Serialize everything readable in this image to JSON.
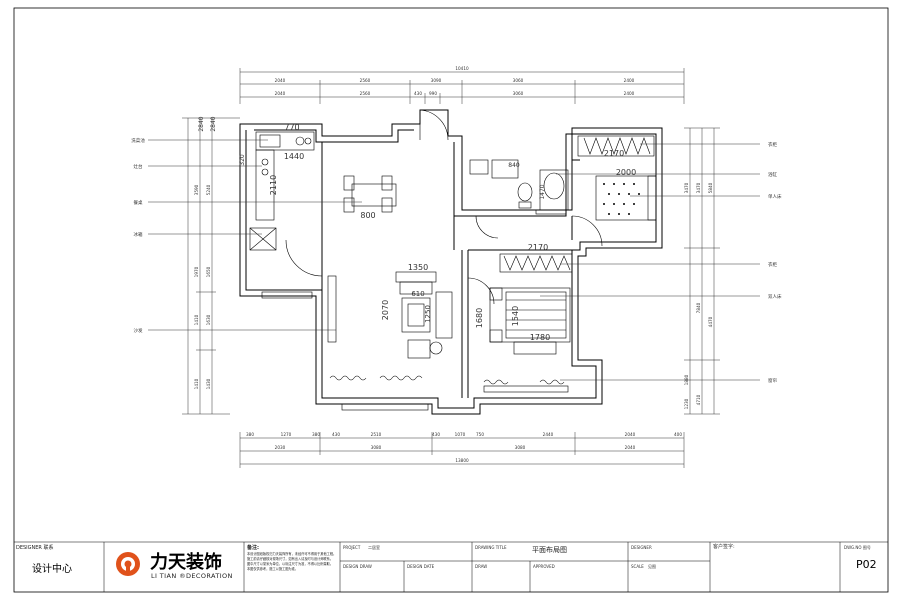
{
  "plan": {
    "dims_top_outer": [
      "10410"
    ],
    "dims_top_row1": [
      "2040",
      "2560",
      "3090",
      "3060",
      "2400"
    ],
    "dims_top_row2": [
      "2040",
      "2560",
      "430",
      "990",
      "3060",
      "2400"
    ],
    "dims_bottom_row1": [
      "380",
      "1270",
      "380",
      "430",
      "2510",
      "430",
      "1070",
      "750",
      "2440",
      "2040",
      "400"
    ],
    "dims_bottom_row2": [
      "2030",
      "3080",
      "3080",
      "2040"
    ],
    "dims_bottom_outer": [
      "13800"
    ],
    "dims_left_top": [
      "2840",
      "2840"
    ],
    "dims_left_col1": [
      "3590",
      "1970",
      "1410",
      "1410"
    ],
    "dims_left_col2": [
      "5240",
      "1650",
      "1630",
      "1430"
    ],
    "dims_right": [
      "3470",
      "3470",
      "5840",
      "7840",
      "4470",
      "1880",
      "1230",
      "4710"
    ],
    "room_dims": {
      "kitchen_w": "770",
      "kitchen_counter": "1440",
      "kitchen_h": "2110",
      "kitchen_small": "320",
      "dining_w": "800",
      "bath_w": "840",
      "bath_h": "1470",
      "wardrobe_top": "2170",
      "bed2_w": "2000",
      "wardrobe_mid": "2170",
      "tv_w": "1350",
      "sofa_w": "610",
      "living_h": "2070",
      "table_h": "1250",
      "bed1_h": "1680",
      "bed1_w": "1540",
      "bed1_foot": "1780"
    },
    "labels_left": [
      "洗菜池",
      "灶台",
      "餐桌",
      "冰箱",
      "沙发"
    ],
    "labels_right": [
      "衣柜",
      "浴缸",
      "单人床",
      "衣柜",
      "双人床",
      "窗帘"
    ]
  },
  "title_block": {
    "left_top": "DESIGNER  联系",
    "dept": "设计中心",
    "logo_name": "力天装饰",
    "logo_sub": "LI TIAN ®DECORATION",
    "notes_title": "备注:",
    "notes_lines": [
      "本设计图纸版权归力天装饰所有，未经许可不得用于其他工程。",
      "施工前请仔细核对现场尺寸，如有出入请及时与设计师联系。",
      "图中尺寸以毫米为单位，以标注尺寸为准，不得以比例量取。",
      "本图仅供参考，施工以施工图为准。"
    ],
    "project_label": "PROJECT",
    "project_value": "二居室",
    "design_draw_label": "DESIGN DRAW",
    "design_date_label": "DESIGN DATE",
    "drawing_title_label": "DRAWING TITLE",
    "drawing_title": "平面布局图",
    "draw_label": "DRAW",
    "approved_label": "APPROVED",
    "designer_label": "DESIGNER",
    "scale_label": "SCALE",
    "scale_value": "见图",
    "client_label": "客户签字:",
    "sheet_label": "DWG.NO 图号",
    "sheet_no": "P02"
  }
}
